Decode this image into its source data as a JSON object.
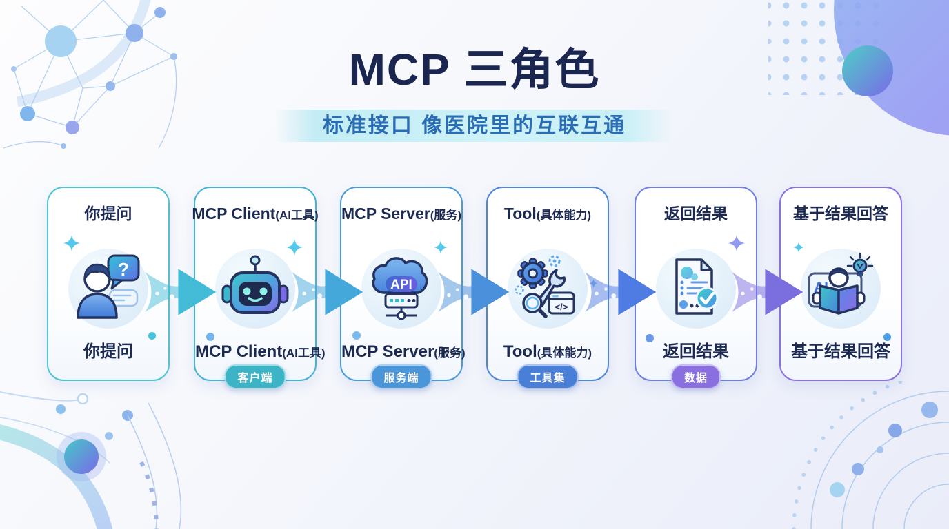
{
  "header": {
    "title": "MCP 三角色",
    "subtitle": "标准接口 像医院里的互联互通"
  },
  "cards": [
    {
      "label_main": "你提问",
      "label_paren": "",
      "icon": "user-question-icon",
      "accent": "#4fc4cf",
      "badge": "",
      "badge_color": "",
      "bubble_glyph": "?"
    },
    {
      "label_main": "MCP Client",
      "label_paren": "(AI工具)",
      "icon": "robot-icon",
      "accent": "#46b2d6",
      "badge": "客户端",
      "badge_color": "#3db4c6"
    },
    {
      "label_main": "MCP Server",
      "label_paren": "(服务)",
      "icon": "cloud-api-icon",
      "accent": "#4a9ad8",
      "badge": "服务端",
      "badge_color": "#4a96d9",
      "api_label": "API"
    },
    {
      "label_main": "Tool",
      "label_paren": "(具体能力)",
      "icon": "tools-icon",
      "accent": "#4f86d8",
      "badge": "工具集",
      "badge_color": "#4a7fd8",
      "code_glyph": "</>"
    },
    {
      "label_main": "返回结果",
      "label_paren": "",
      "icon": "document-check-icon",
      "accent": "#6f7fe0",
      "badge": "数据",
      "badge_color": "#8a6fe0"
    },
    {
      "label_main": "基于结果回答",
      "label_paren": "",
      "icon": "reading-ai-icon",
      "accent": "#8a70e2",
      "badge": "",
      "badge_color": "",
      "ai_label": "AI"
    }
  ],
  "arrows": [
    {
      "color": "#44bcd8"
    },
    {
      "color": "#45a8da"
    },
    {
      "color": "#4a90da"
    },
    {
      "color": "#4f7ce2"
    },
    {
      "color": "#7b6ede"
    }
  ],
  "colors": {
    "title_text": "#1a2550",
    "subtitle_text": "#2a6db5",
    "subtitle_band": "#c9f0f6",
    "card_text": "#1c2a52"
  }
}
